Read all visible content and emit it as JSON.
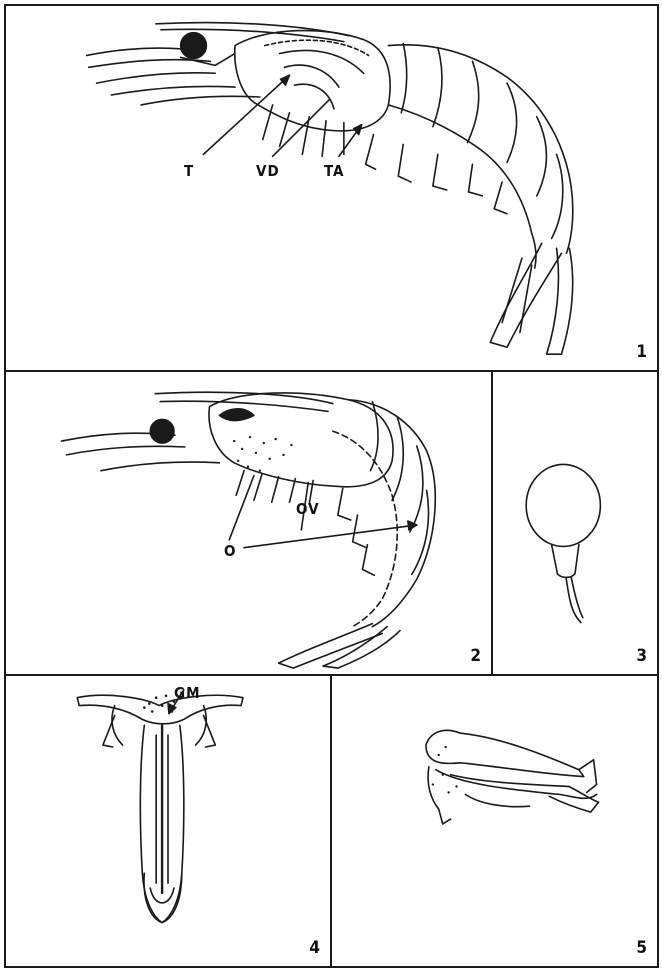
{
  "panels": [
    {
      "number": "1",
      "labels": [
        "T",
        "VD",
        "TA"
      ]
    },
    {
      "number": "2",
      "labels": [
        "OV",
        "O"
      ]
    },
    {
      "number": "3",
      "labels": []
    },
    {
      "number": "4",
      "labels": [
        "GM"
      ]
    },
    {
      "number": "5",
      "labels": []
    }
  ]
}
